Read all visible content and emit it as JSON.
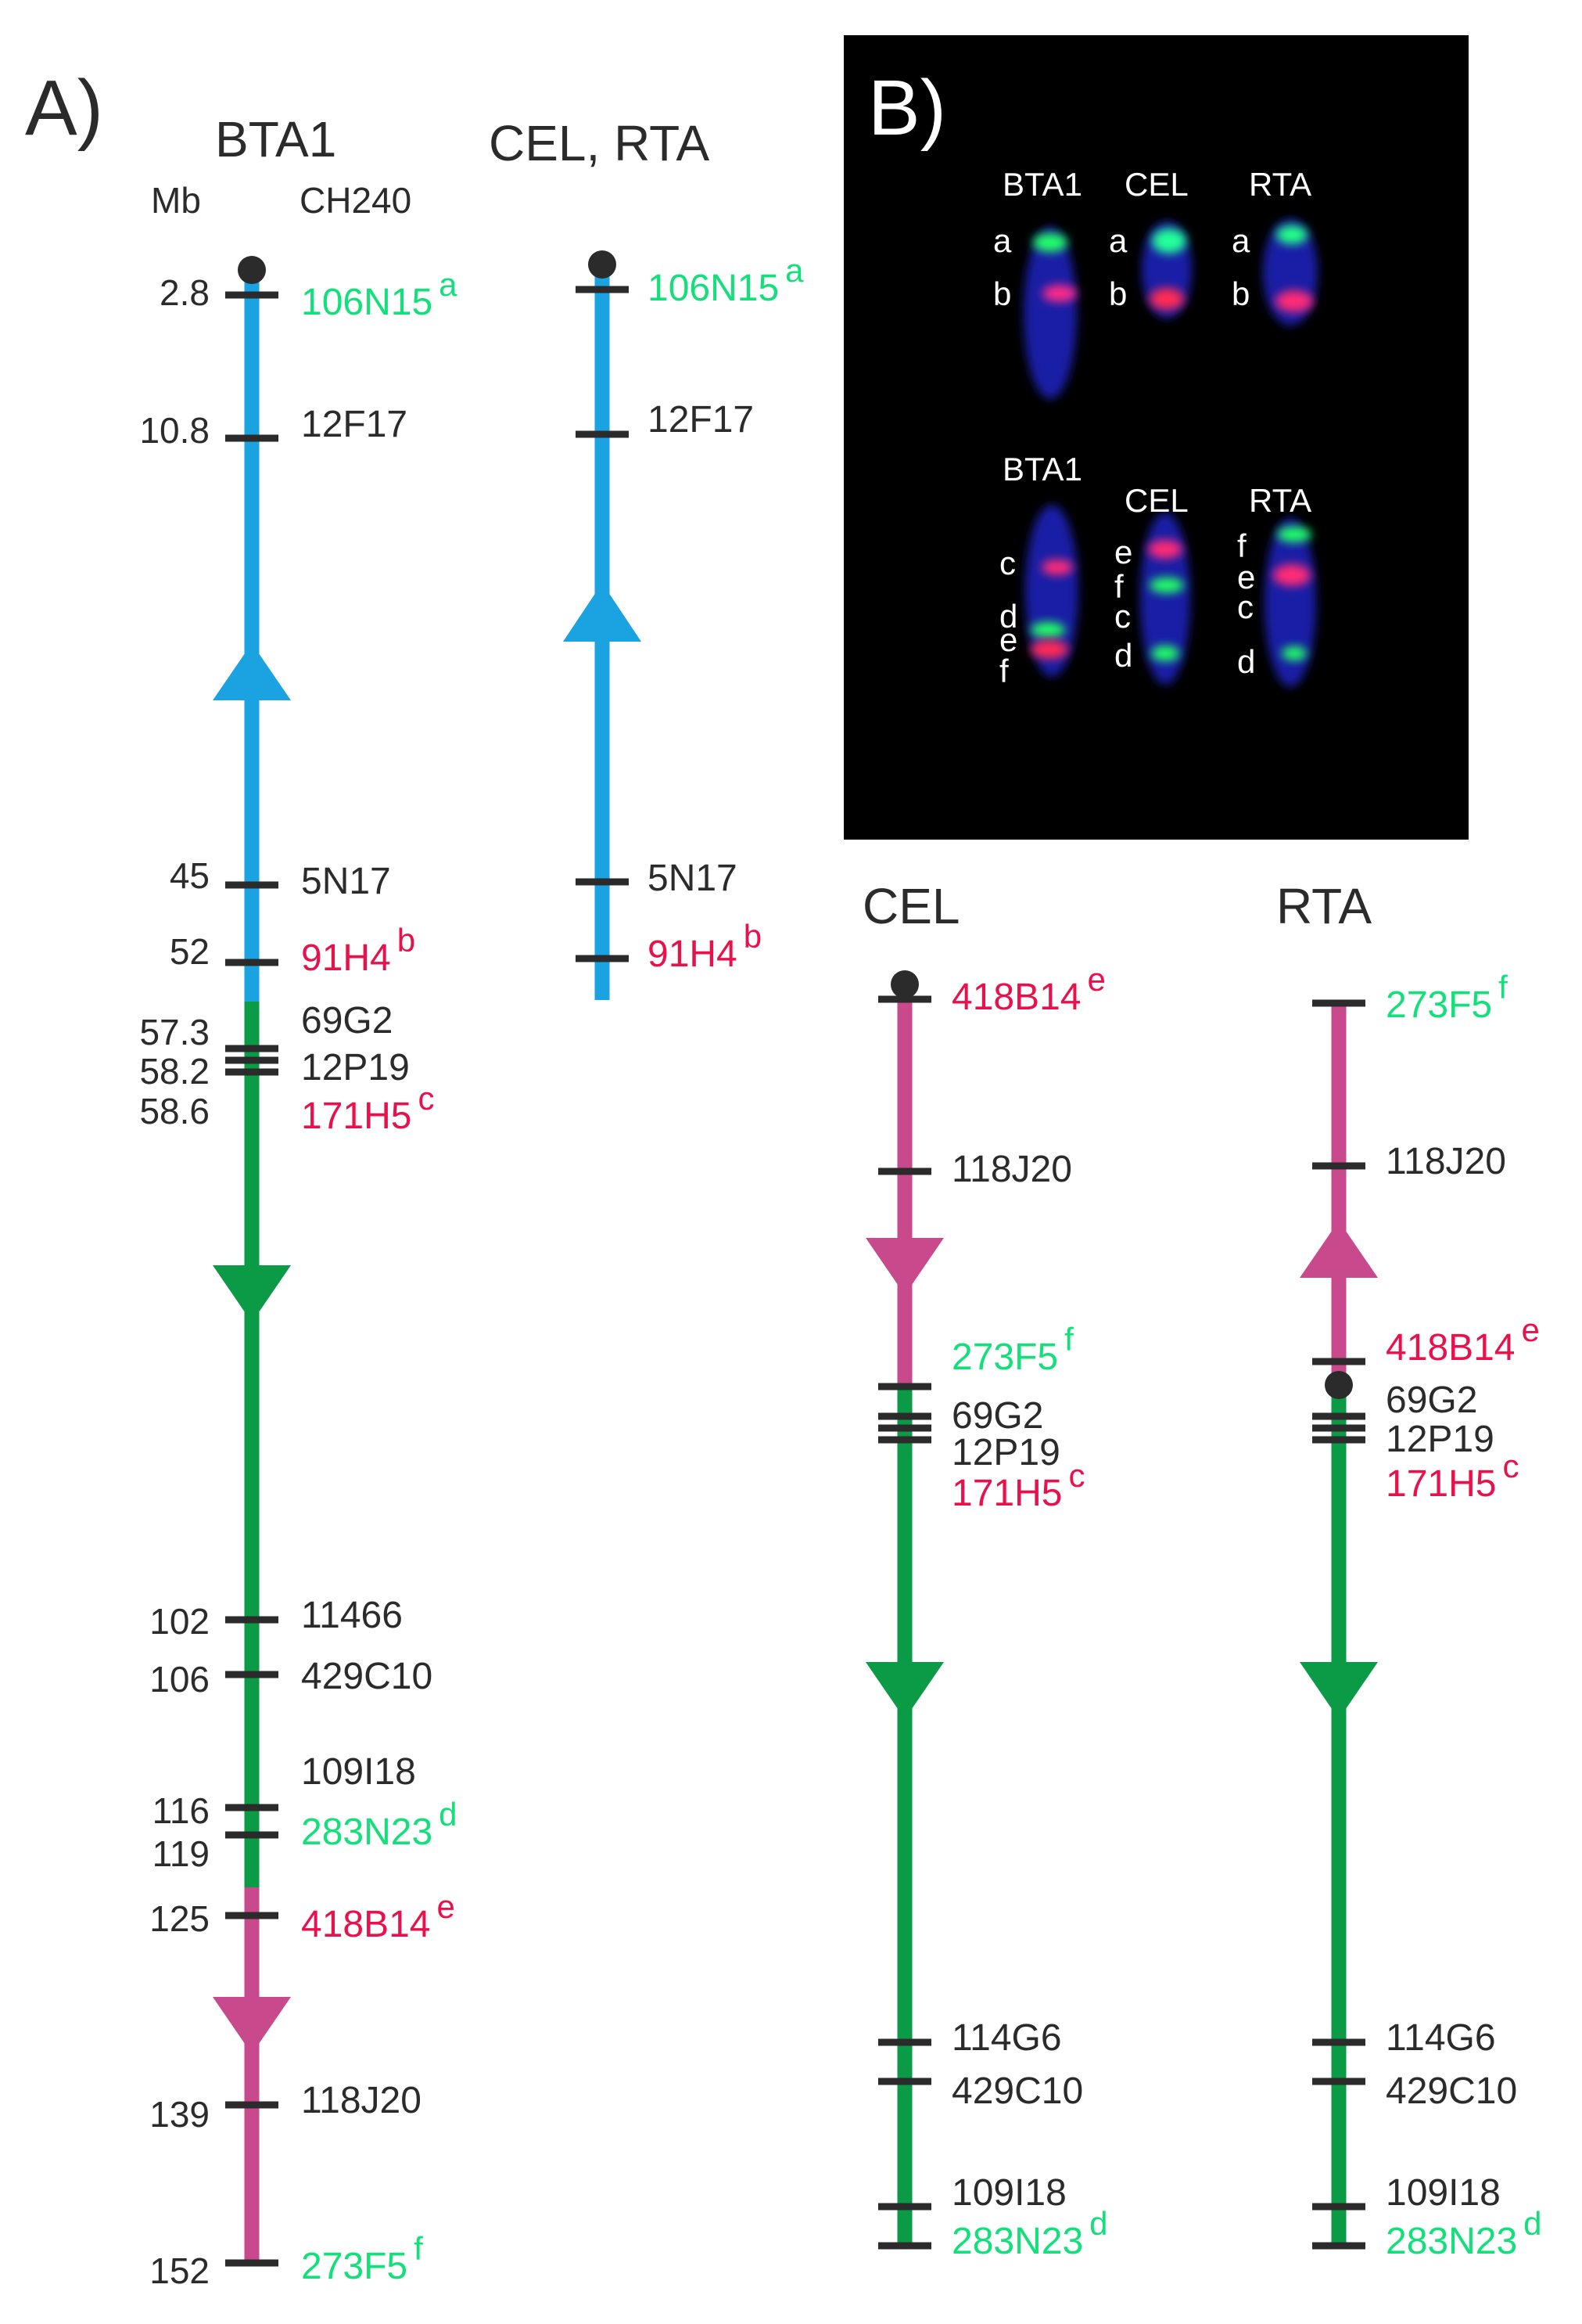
{
  "panel_a": {
    "label": "A)",
    "bta1": {
      "title": "BTA1",
      "mb_header": "Mb",
      "clone_header": "CH240",
      "markers": [
        {
          "mb": "2.8",
          "clone": "106N15",
          "sup": "a",
          "color": "green"
        },
        {
          "mb": "10.8",
          "clone": "12F17",
          "sup": "",
          "color": "black"
        },
        {
          "mb": "45",
          "clone": "5N17",
          "sup": "",
          "color": "black"
        },
        {
          "mb": "52",
          "clone": "91H4",
          "sup": "b",
          "color": "red"
        },
        {
          "mb": "57.3",
          "clone": "69G2",
          "sup": "",
          "color": "black"
        },
        {
          "mb": "58.2",
          "clone": "12P19",
          "sup": "",
          "color": "black"
        },
        {
          "mb": "58.6",
          "clone": "171H5",
          "sup": "c",
          "color": "red"
        },
        {
          "mb": "102",
          "clone": "11466",
          "sup": "",
          "color": "black"
        },
        {
          "mb": "106",
          "clone": "429C10",
          "sup": "",
          "color": "black"
        },
        {
          "mb": "116",
          "clone": "109I18",
          "sup": "",
          "color": "black"
        },
        {
          "mb": "119",
          "clone": "283N23",
          "sup": "d",
          "color": "green"
        },
        {
          "mb": "125",
          "clone": "418B14",
          "sup": "e",
          "color": "red"
        },
        {
          "mb": "139",
          "clone": "118J20",
          "sup": "",
          "color": "black"
        },
        {
          "mb": "152",
          "clone": "273F5",
          "sup": "f",
          "color": "green"
        }
      ]
    },
    "cel_rta": {
      "title": "CEL, RTA",
      "markers": [
        {
          "clone": "106N15",
          "sup": "a",
          "color": "green"
        },
        {
          "clone": "12F17",
          "sup": "",
          "color": "black"
        },
        {
          "clone": "5N17",
          "sup": "",
          "color": "black"
        },
        {
          "clone": "91H4",
          "sup": "b",
          "color": "red"
        }
      ]
    }
  },
  "panel_b": {
    "label": "B)",
    "row1": {
      "headers": [
        "BTA1",
        "CEL",
        "RTA"
      ],
      "letters": [
        [
          "a",
          "b"
        ],
        [
          "a",
          "b"
        ],
        [
          "a",
          "b"
        ]
      ]
    },
    "row2": {
      "headers": [
        "BTA1",
        "CEL",
        "RTA"
      ],
      "letters": [
        [
          "c",
          "d",
          "e",
          "f"
        ],
        [
          "e",
          "f",
          "c",
          "d"
        ],
        [
          "f",
          "e",
          "c",
          "d"
        ]
      ]
    }
  },
  "cel_map": {
    "title": "CEL",
    "markers": [
      {
        "clone": "418B14",
        "sup": "e",
        "color": "red"
      },
      {
        "clone": "118J20",
        "sup": "",
        "color": "black"
      },
      {
        "clone": "273F5",
        "sup": "f",
        "color": "green"
      },
      {
        "clone": "69G2",
        "sup": "",
        "color": "black"
      },
      {
        "clone": "12P19",
        "sup": "",
        "color": "black"
      },
      {
        "clone": "171H5",
        "sup": "c",
        "color": "red"
      },
      {
        "clone": "114G6",
        "sup": "",
        "color": "black"
      },
      {
        "clone": "429C10",
        "sup": "",
        "color": "black"
      },
      {
        "clone": "109I18",
        "sup": "",
        "color": "black"
      },
      {
        "clone": "283N23",
        "sup": "d",
        "color": "green"
      }
    ]
  },
  "rta_map": {
    "title": "RTA",
    "markers": [
      {
        "clone": "273F5",
        "sup": "f",
        "color": "green"
      },
      {
        "clone": "118J20",
        "sup": "",
        "color": "black"
      },
      {
        "clone": "418B14",
        "sup": "e",
        "color": "red"
      },
      {
        "clone": "69G2",
        "sup": "",
        "color": "black"
      },
      {
        "clone": "12P19",
        "sup": "",
        "color": "black"
      },
      {
        "clone": "171H5",
        "sup": "c",
        "color": "red"
      },
      {
        "clone": "114G6",
        "sup": "",
        "color": "black"
      },
      {
        "clone": "429C10",
        "sup": "",
        "color": "black"
      },
      {
        "clone": "109I18",
        "sup": "",
        "color": "black"
      },
      {
        "clone": "283N23",
        "sup": "d",
        "color": "green"
      }
    ]
  },
  "colors": {
    "blue_segment": "#1aa3e0",
    "green_segment": "#0b9a46",
    "pink_segment": "#c94a8c",
    "label_green": "#13e07a",
    "label_red": "#e8114b",
    "tick": "#2b2b2b",
    "text": "#2b2b2b",
    "fish_background": "#000000"
  }
}
